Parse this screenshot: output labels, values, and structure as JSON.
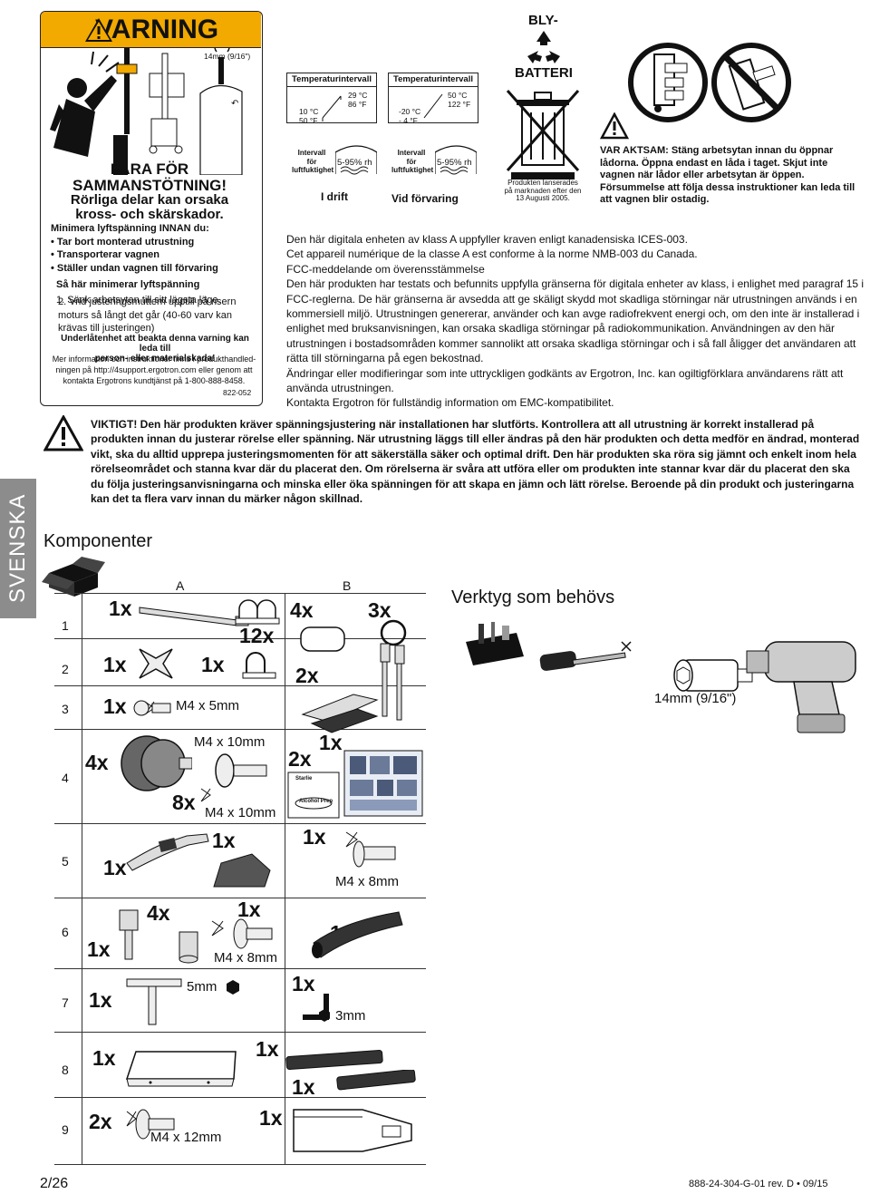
{
  "warning": {
    "header": "VARNING",
    "size_label": "14mm (9/16\")",
    "title": "FARA FÖR SAMMANSTÖTNING!",
    "subtitle1": "Rörliga delar kan orsaka",
    "subtitle2": "kross- och skärskador.",
    "line1": "Minimera lyftspänning INNAN du:",
    "bullets": [
      "Tar bort monterad utrustning",
      "Transporterar vagnen",
      "Ställer undan vagnen till förvaring"
    ],
    "howto": "Så här minimerar lyftspänning",
    "step1": "1.  Sänk arbetsytan till sitt lägsta läge.",
    "step2": "2.  Vrid justeringsmuttern upptill på risern moturs så långt det går (40-60 varv kan krävas till justeringen)",
    "warn1": "Underlåtenhet att beakta denna varning kan leda till",
    "warn2": "person- eller materialskada!",
    "info1": "Mer information och instruktioner finns i produkthandled-",
    "info2": "ningen på http://4support.ergotron.com eller genom att",
    "info3": "kontakta Ergotrons kundtjänst på 1-800-888-8458.",
    "code": "822-052"
  },
  "operating": {
    "title": "Temperaturintervall",
    "low_c": "10 °C",
    "low_f": "50 °F",
    "high_c": "29 °C",
    "high_f": "86 °F",
    "hum_label1": "Intervall",
    "hum_label2": "för",
    "hum_label3": "luftfuktighet",
    "hum_value": "5-95% rh",
    "label": "I drift"
  },
  "storage": {
    "title": "Temperaturintervall",
    "low_c": "-20 °C",
    "low_f": "- 4 °F",
    "high_c": "50 °C",
    "high_f": "122 °F",
    "hum_label1": "Intervall",
    "hum_label2": "för",
    "hum_label3": "luftfuktighet",
    "hum_value": "5-95% rh",
    "label": "Vid förvaring"
  },
  "battery": {
    "title1": "BLY-",
    "title2": "BATTERI",
    "note": "Produkten lanserades på marknaden efter den 13 Augusti 2005."
  },
  "caution": "VAR AKTSAM: Stäng arbetsytan innan du öppnar lådorna. Öppna endast en låda i taget. Skjut inte vagnen när lådor eller arbetsytan är öppen. Försummelse att följa dessa instruktioner kan leda till att vagnen blir ostadig.",
  "emc": [
    "Den här digitala enheten av klass A uppfyller kraven enligt kanadensiska ICES-003.",
    "Cet appareil numérique de la classe A est conforme à la norme NMB-003 du Canada.",
    "FCC-meddelande om överensstämmelse",
    "Den här produkten har testats och befunnits uppfylla gränserna för digitala enheter av klass, i enlighet med paragraf 15 i FCC-reglerna. De här gränserna är avsedda att ge skäligt skydd mot skadliga störningar när utrustningen används i en kommersiell miljö. Utrustningen genererar, använder och kan avge radiofrekvent energi och, om den inte är installerad i enlighet med bruksanvisningen, kan orsaka skadliga störningar på radiokommunikation. Användningen av den här utrustningen i bostadsområden kommer sannolikt att orsaka skadliga störningar och i så fall åligger det användaren att rätta till störningarna på egen bekostnad.",
    "Ändringar eller modifieringar som inte uttryckligen godkänts av Ergotron, Inc. kan ogiltigförklara användarens rätt att använda utrustningen.",
    "Kontakta Ergotron för fullständig information om EMC-kompatibilitet."
  ],
  "viktigt": "VIKTIGT! Den här produkten kräver spänningsjustering när installationen har slutförts. Kontrollera att all utrustning är korrekt installerad på produkten innan du justerar rörelse eller spänning. När utrustning läggs till eller ändras på den här produkten och detta medför en ändrad, monterad vikt, ska du alltid upprepa justeringsmomenten för att säkerställa säker och optimal drift. Den här produkten ska röra sig jämnt och enkelt inom hela rörelseområdet och stanna kvar där du placerat den. Om rörelserna är svåra att utföra eller om produkten inte stannar kvar där du placerat den ska du följa justeringsanvisningarna och minska eller öka spänningen för att skapa en jämn och lätt rörelse. Beroende på din produkt och justeringarna kan det ta flera varv innan du märker någon skillnad.",
  "side_label": "SVENSKA",
  "components": {
    "title": "Komponenter",
    "col_a": "A",
    "col_b": "B",
    "rows": [
      "1",
      "2",
      "3",
      "4",
      "5",
      "6",
      "7",
      "8",
      "9"
    ],
    "q": {
      "r1a": "1x",
      "r1a2": "12x",
      "r1b": "4x",
      "r1b2": "3x",
      "r2a": "1x",
      "r2a2": "1x",
      "r2b": "2x",
      "r3a": "1x",
      "r3spec": "M4 x 5mm",
      "r4a": "4x",
      "r4spec1": "M4 x 10mm",
      "r4a2": "8x",
      "r4spec2": "M4 x 10mm",
      "r4b": "2x",
      "r4b2": "1x",
      "r4starlie": "Starlie",
      "r4alcohol": "Alcohol Prep",
      "r5a": "1x",
      "r5a2": "1x",
      "r5b": "1x",
      "r5spec": "M4 x 8mm",
      "r6a": "1x",
      "r6a2": "4x",
      "r6a3": "1x",
      "r6spec": "M4 x 8mm",
      "r6b": "1x",
      "r7a": "1x",
      "r7spec": "5mm",
      "r7b": "1x",
      "r7bspec": "3mm",
      "r8a": "1x",
      "r8a2": "1x",
      "r8b": "1x",
      "r9a": "2x",
      "r9spec": "M4 x 12mm",
      "r9b": "1x"
    }
  },
  "tools": {
    "title": "Verktyg som behövs",
    "socket": "14mm (9/16\")"
  },
  "footer": {
    "page": "2/26",
    "doc": "888-24-304-G-01 rev. D • 09/15"
  }
}
